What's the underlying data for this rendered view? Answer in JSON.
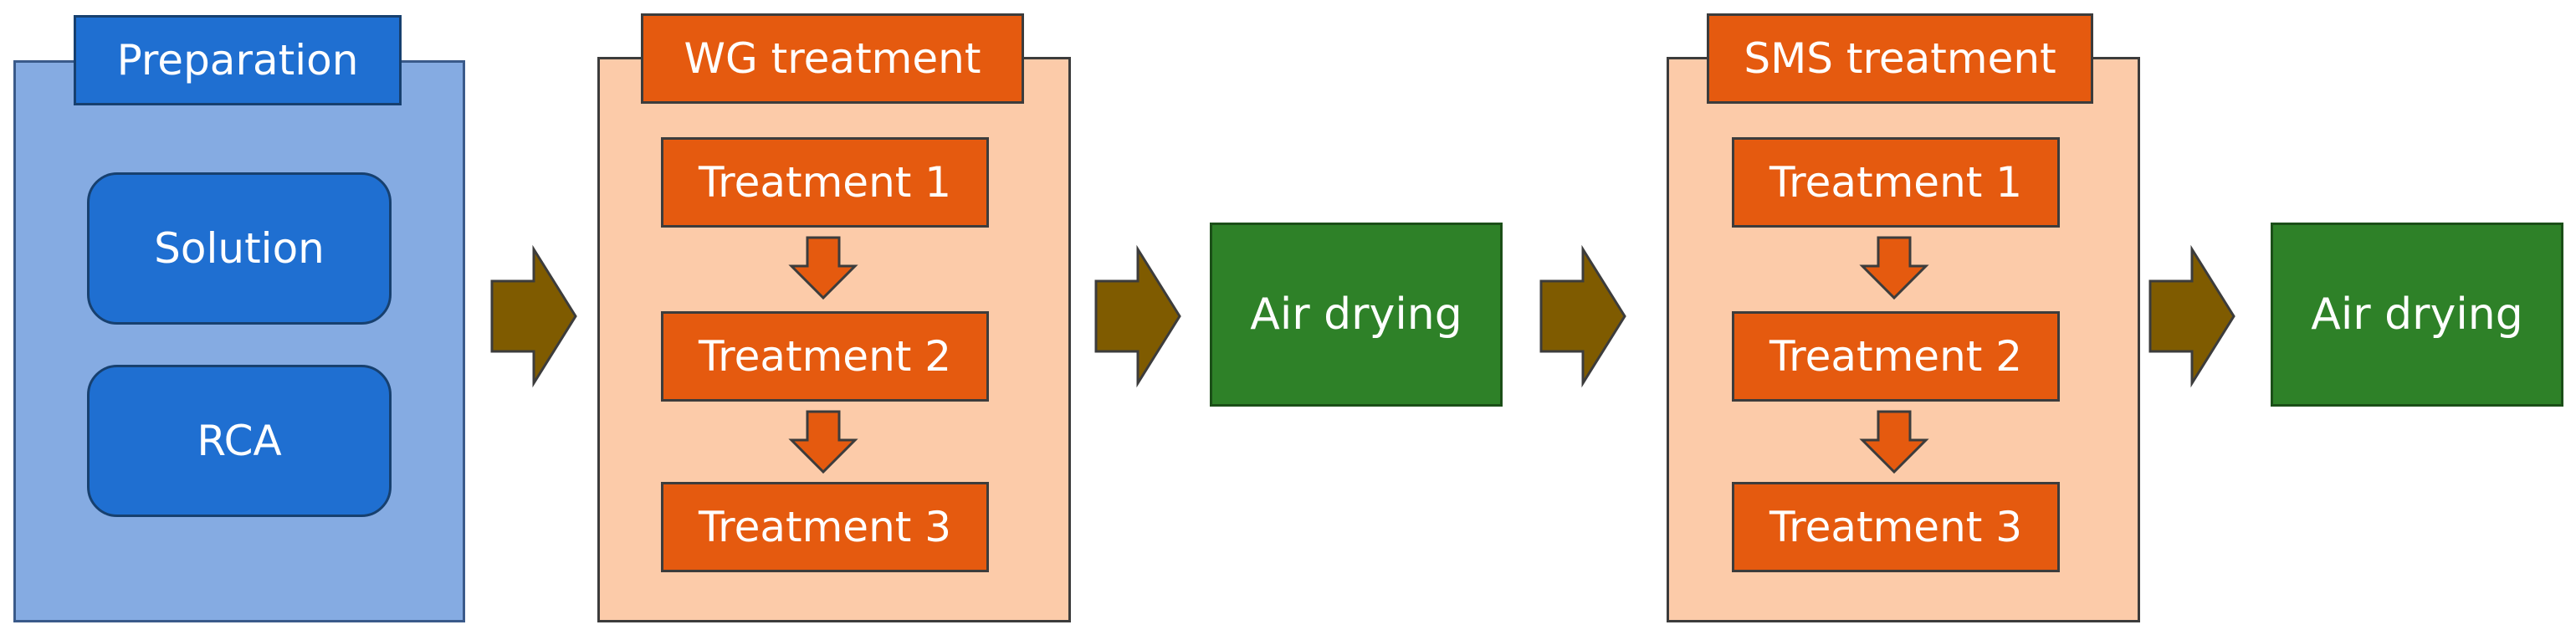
{
  "preparation": {
    "title": "Preparation",
    "items": [
      "Solution",
      "RCA"
    ]
  },
  "wg": {
    "title": "WG treatment",
    "steps": [
      "Treatment 1",
      "Treatment 2",
      "Treatment 3"
    ]
  },
  "sms": {
    "title": "SMS treatment",
    "steps": [
      "Treatment 1",
      "Treatment 2",
      "Treatment 3"
    ]
  },
  "drying": [
    "Air drying",
    "Air drying"
  ],
  "colors": {
    "prep_panel": "#85abe2",
    "prep_box": "#1f6fd1",
    "treat_panel": "#fccba9",
    "treat_box": "#e55a0f",
    "dry_box": "#2e8128",
    "flow_arrow": "#7f5b00",
    "step_arrow": "#e55a0f"
  }
}
